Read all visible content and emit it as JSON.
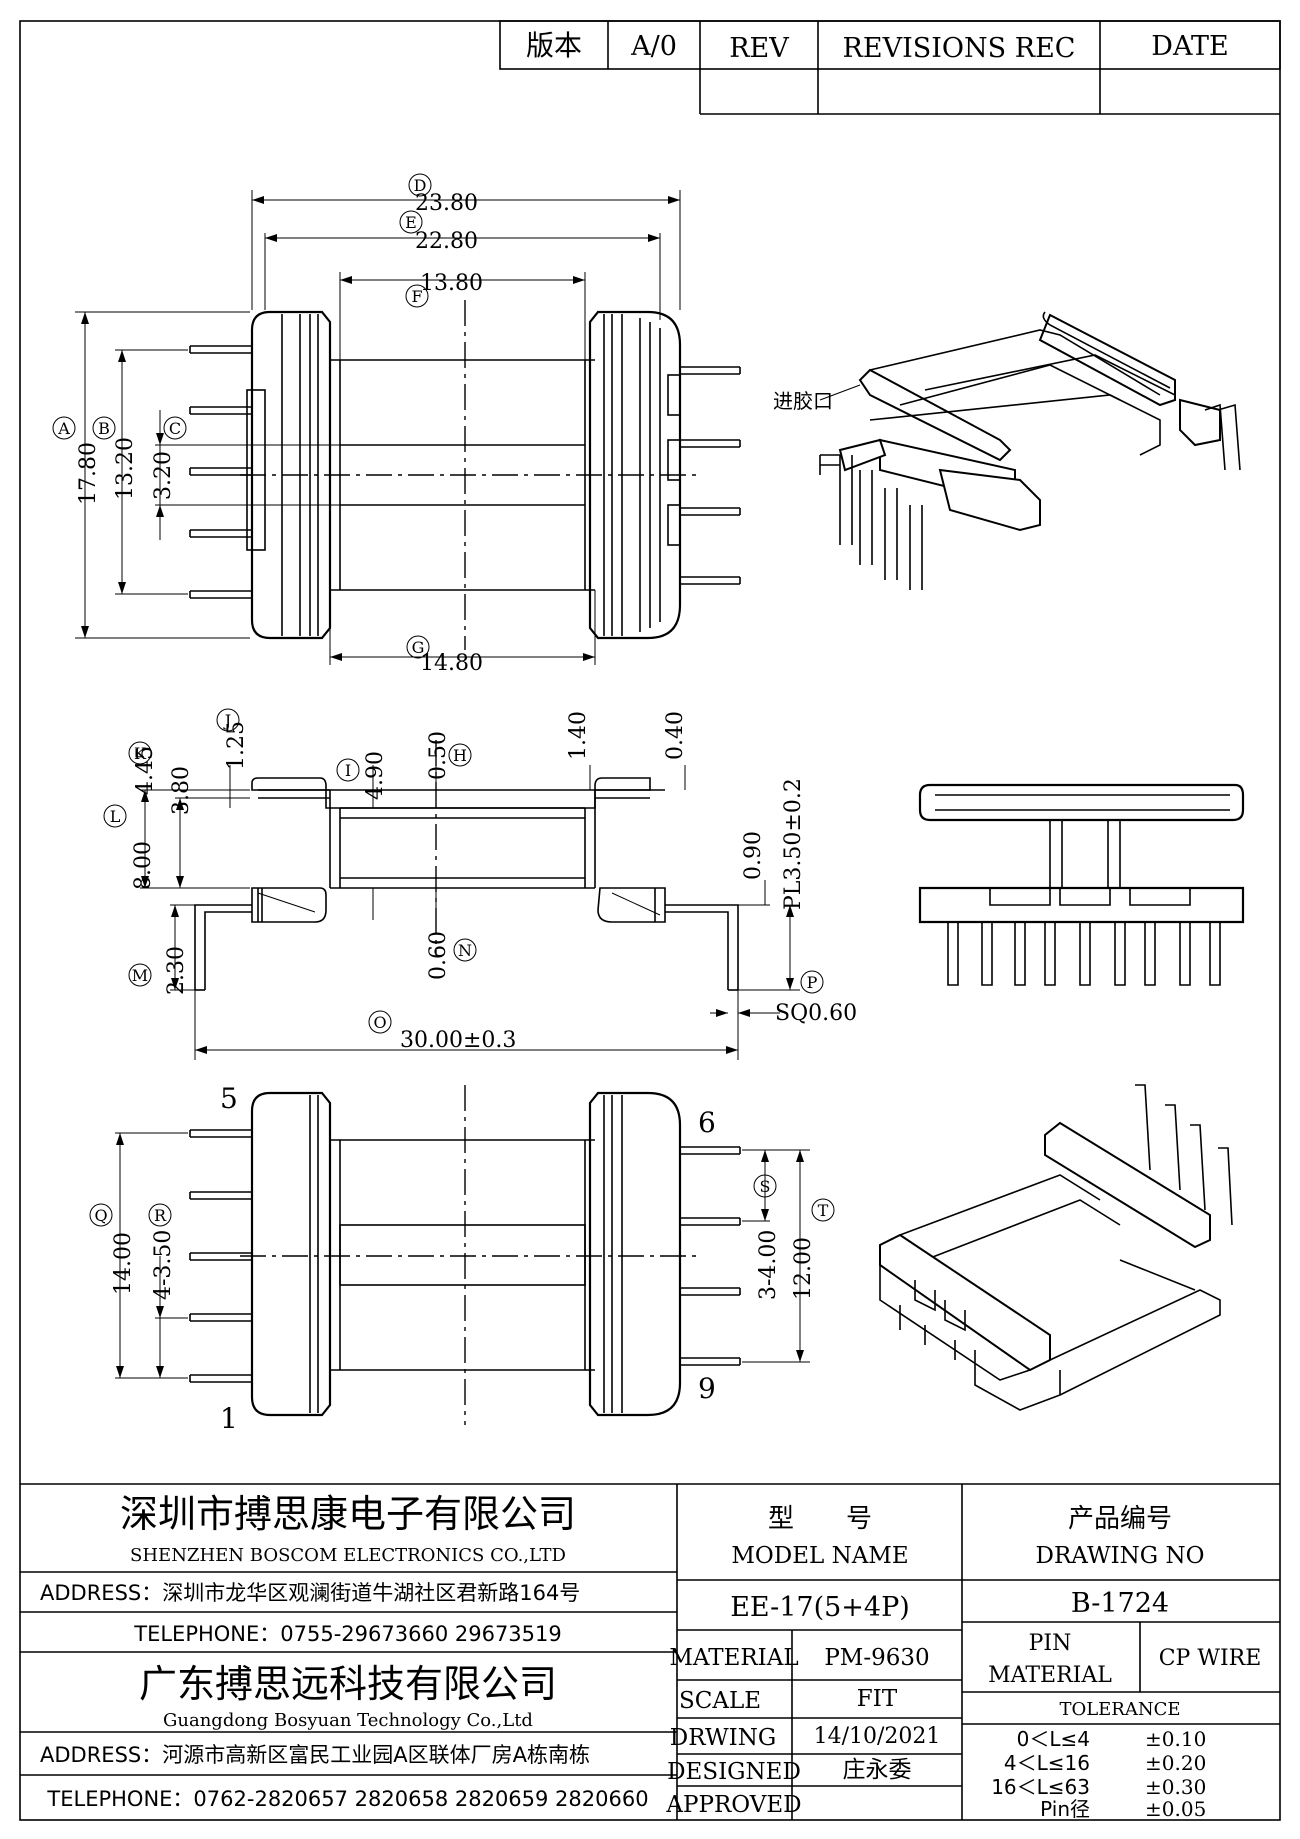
{
  "revision_block": {
    "version_label": "版本",
    "version_value": "A/0",
    "rev_label": "REV",
    "revisions_label": "REVISIONS REC",
    "date_label": "DATE"
  },
  "dimensions": {
    "D": "23.80",
    "E": "22.80",
    "F": "13.80",
    "G": "14.80",
    "A": "17.80",
    "B": "13.20",
    "C": "3.20",
    "K": "4.45",
    "J": "1.25",
    "L": "8.00",
    "M": "2.30",
    "L_inner": "3.80",
    "I": "4.90",
    "H": "0.50",
    "top_right_a": "1.40",
    "top_right_b": "0.40",
    "N": "0.60",
    "pin_offset": "0.90",
    "PL": "PL3.50±0.2",
    "P": "SQ0.60",
    "O": "30.00±0.3",
    "Q": "14.00",
    "R": "4-3.50",
    "S": "3-4.00",
    "T": "12.00"
  },
  "letters": {
    "A": "A",
    "B": "B",
    "C": "C",
    "D": "D",
    "E": "E",
    "F": "F",
    "G": "G",
    "H": "H",
    "I": "I",
    "J": "J",
    "K": "K",
    "L": "L",
    "M": "M",
    "N": "N",
    "O": "O",
    "P": "P",
    "Q": "Q",
    "R": "R",
    "S": "S",
    "T": "T"
  },
  "pin_numbers": {
    "p5": "5",
    "p1": "1",
    "p6": "6",
    "p9": "9"
  },
  "gate_label": "进胶口",
  "title_block": {
    "company1_cn": "深圳市搏思康电子有限公司",
    "company1_en": "SHENZHEN BOSCOM ELECTRONICS CO.,LTD",
    "address1": "ADDRESS：深圳市龙华区观澜街道牛湖社区君新路164号",
    "telephone1": "TELEPHONE：0755-29673660 29673519",
    "company2_cn": "广东搏思远科技有限公司",
    "company2_en": "Guangdong Bosyuan Technology Co.,Ltd",
    "address2": "ADDRESS：河源市高新区富民工业园A区联体厂房A栋南栋",
    "telephone2": "TELEPHONE：0762-2820657 2820658 2820659 2820660",
    "model_label_cn": "型　　号",
    "model_label_en": "MODEL NAME",
    "model_value": "EE-17(5+4P)",
    "drawing_label_cn": "产品编号",
    "drawing_label_en": "DRAWING NO",
    "drawing_value": "B-1724",
    "material_label": "MATERIAL",
    "material_value": "PM-9630",
    "pin_material_label1": "PIN",
    "pin_material_label2": "MATERIAL",
    "pin_material_value": "CP WIRE",
    "scale_label": "SCALE",
    "scale_value": "FIT",
    "tolerance_label": "TOLERANCE",
    "drawing_by_label": "DRWING",
    "drawing_date": "14/10/2021",
    "designed_label": "DESIGNED",
    "designed_by": "庄永委",
    "approved_label": "APPROVED",
    "tol1_range": "0＜L≤4",
    "tol1_value": "±0.10",
    "tol2_range": "4＜L≤16",
    "tol2_value": "±0.20",
    "tol3_range": "16＜L≤63",
    "tol3_value": "±0.30",
    "tol4_range": "Pin径",
    "tol4_value": "±0.05"
  }
}
